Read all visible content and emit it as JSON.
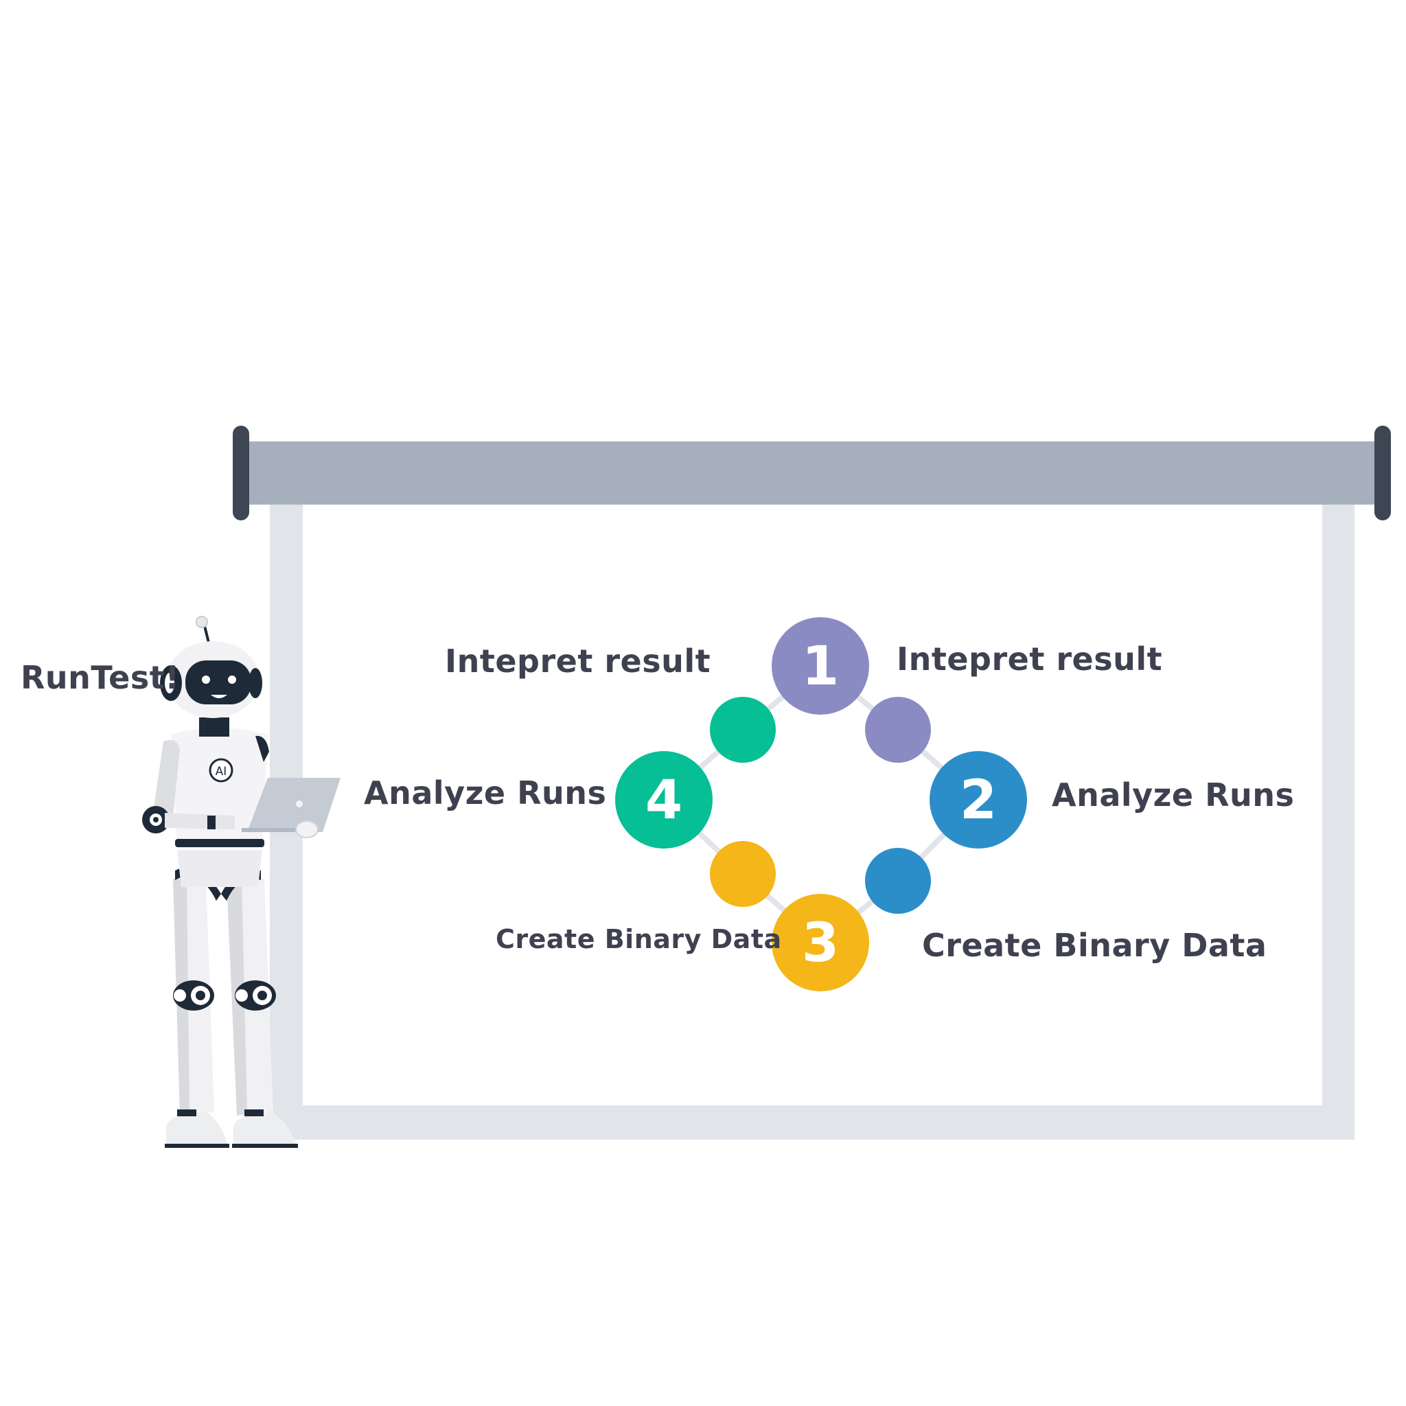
{
  "speech": "RunTest!",
  "robot": {
    "badge": "AI"
  },
  "cycle": {
    "steps": [
      {
        "number": "1",
        "color": "#8b8bc3",
        "label_left": "Intepret result",
        "label_right": "Intepret result"
      },
      {
        "number": "2",
        "color": "#2b8ec9",
        "label_left": "Analyze Runs",
        "label_right": "Analyze Runs"
      },
      {
        "number": "3",
        "color": "#f4b619",
        "label_left": "Create Binary Data",
        "label_right": "Create Binary Data"
      },
      {
        "number": "4",
        "color": "#06bf94"
      }
    ],
    "connector_dots": [
      "#06bf94",
      "#8b8bc3",
      "#f4b619",
      "#2b8ec9"
    ]
  },
  "screen": {
    "roller_color": "#a5b0bc",
    "frame_color": "#e1e4e8",
    "cap_color": "#3d4652"
  }
}
